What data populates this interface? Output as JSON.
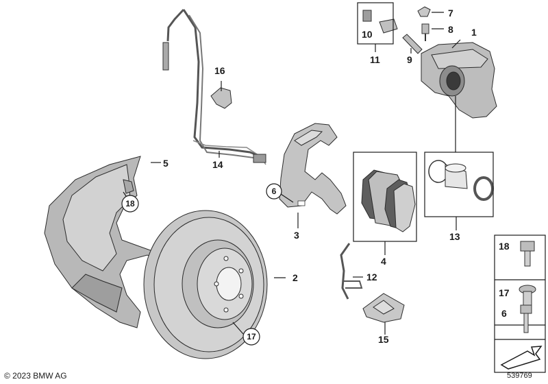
{
  "callouts": {
    "c1": "1",
    "c2": "2",
    "c3": "3",
    "c4": "4",
    "c5": "5",
    "c6": "6",
    "c7": "7",
    "c8": "8",
    "c9": "9",
    "c10": "10",
    "c11": "11",
    "c12": "12",
    "c13": "13",
    "c14": "14",
    "c15": "15",
    "c16": "16",
    "c17": "17",
    "c18": "18"
  },
  "circled": {
    "c6": "6",
    "c17": "17",
    "c18": "18"
  },
  "legend": {
    "l18": "18",
    "l17": "17",
    "l6": "6"
  },
  "footer": {
    "copyright": "© 2023 BMW AG",
    "doc_number": "539769"
  },
  "colors": {
    "part_fill": "#bdbdbd",
    "part_dark": "#8a8a8a",
    "line": "#1a1a1a"
  }
}
